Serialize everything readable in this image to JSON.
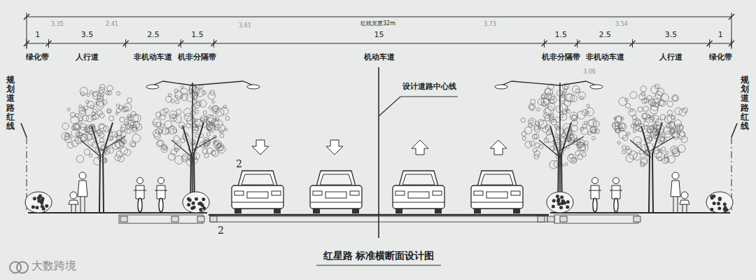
{
  "diagram": {
    "caption": "红星路 标准横断面设计图",
    "labels": [
      "红线宽度32m",
      "1",
      "3.5",
      "2.5",
      "1.5",
      "15",
      "1.5",
      "2.5",
      "3.5",
      "1",
      "绿化带",
      "人行道",
      "非机动车道",
      "机非分隔带",
      "机动车道",
      "机非分隔带",
      "非机动车道",
      "人行道",
      "绿化带",
      "设计道路中心线",
      "规划道路红线",
      "规划道路红线",
      "2",
      "2",
      "3.35",
      "2.41",
      "3.61",
      "3.73",
      "3.54",
      "3.06",
      "大数跨境"
    ]
  }
}
